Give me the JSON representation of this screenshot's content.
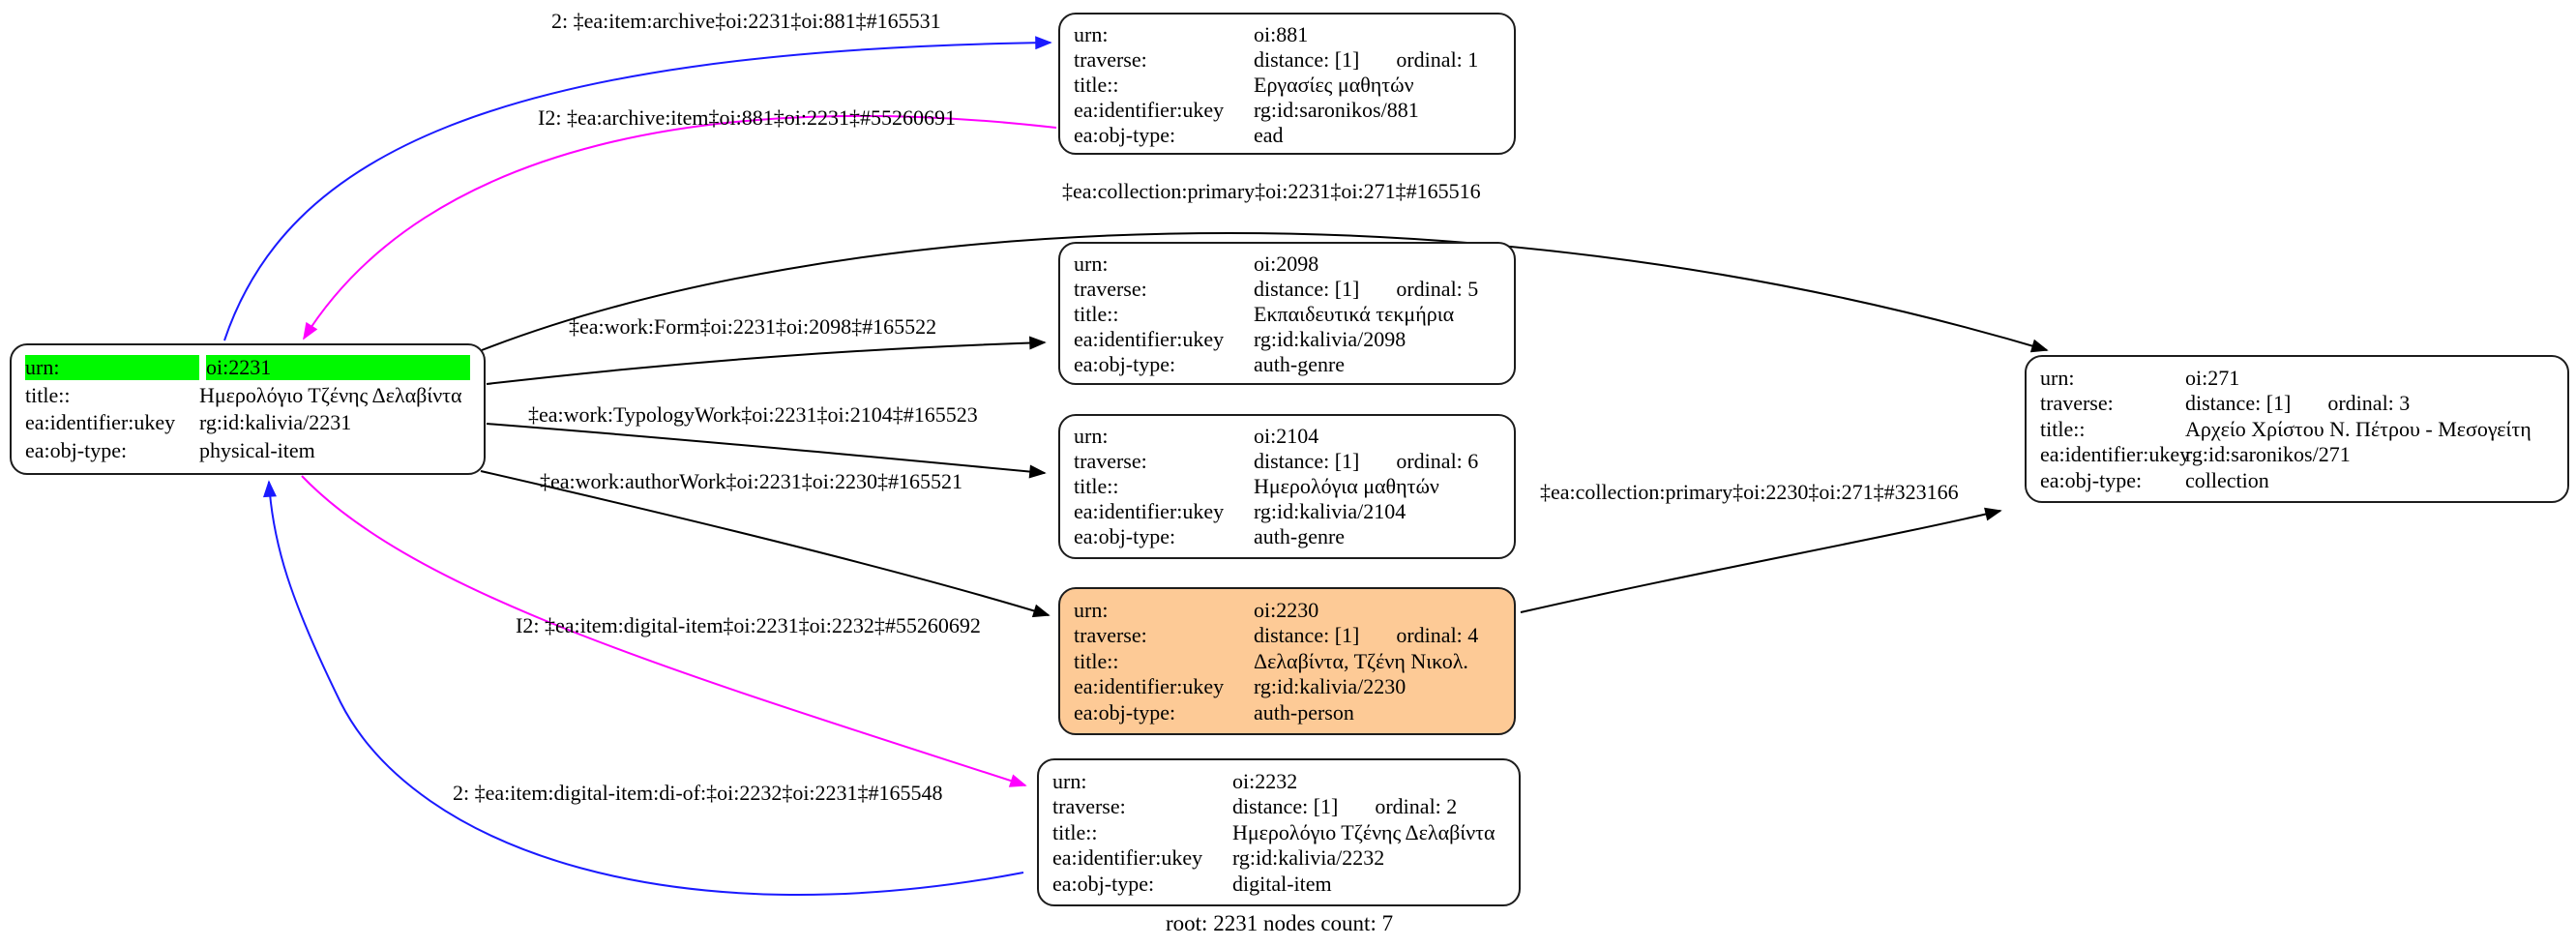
{
  "diagram": {
    "caption": "root: 2231 nodes count: 7",
    "colors": {
      "node_highlight_green": "#00f900",
      "node_highlight_orange": "#fdca96",
      "edge_blue": "#1a1aff",
      "edge_magenta": "#ff00ff",
      "edge_black": "#000000",
      "node_border": "#1c1c1c"
    },
    "nodes": {
      "n2231": {
        "urn_label": "urn:",
        "urn_value": "oi:2231",
        "title_label": "title::",
        "title_value": "Ημερολόγιο Τζένης Δελαβίντα",
        "ukey_label": "ea:identifier:ukey",
        "ukey_value": "rg:id:kalivia/2231",
        "objtype_label": "ea:obj-type:",
        "objtype_value": "physical-item"
      },
      "n881": {
        "urn_label": "urn:",
        "urn_value": "oi:881",
        "traverse_label": "traverse:",
        "traverse_distance": "distance: [1]",
        "traverse_ordinal": "ordinal: 1",
        "title_label": "title::",
        "title_value": "Εργασίες μαθητών",
        "ukey_label": "ea:identifier:ukey",
        "ukey_value": "rg:id:saronikos/881",
        "objtype_label": "ea:obj-type:",
        "objtype_value": "ead"
      },
      "n2098": {
        "urn_label": "urn:",
        "urn_value": "oi:2098",
        "traverse_label": "traverse:",
        "traverse_distance": "distance: [1]",
        "traverse_ordinal": "ordinal: 5",
        "title_label": "title::",
        "title_value": "Εκπαιδευτικά τεκμήρια",
        "ukey_label": "ea:identifier:ukey",
        "ukey_value": "rg:id:kalivia/2098",
        "objtype_label": "ea:obj-type:",
        "objtype_value": "auth-genre"
      },
      "n2104": {
        "urn_label": "urn:",
        "urn_value": "oi:2104",
        "traverse_label": "traverse:",
        "traverse_distance": "distance: [1]",
        "traverse_ordinal": "ordinal: 6",
        "title_label": "title::",
        "title_value": "Ημερολόγια μαθητών",
        "ukey_label": "ea:identifier:ukey",
        "ukey_value": "rg:id:kalivia/2104",
        "objtype_label": "ea:obj-type:",
        "objtype_value": "auth-genre"
      },
      "n2230": {
        "urn_label": "urn:",
        "urn_value": "oi:2230",
        "traverse_label": "traverse:",
        "traverse_distance": "distance: [1]",
        "traverse_ordinal": "ordinal: 4",
        "title_label": "title::",
        "title_value": "Δελαβίντα, Τζένη Νικολ.",
        "ukey_label": "ea:identifier:ukey",
        "ukey_value": "rg:id:kalivia/2230",
        "objtype_label": "ea:obj-type:",
        "objtype_value": "auth-person"
      },
      "n2232": {
        "urn_label": "urn:",
        "urn_value": "oi:2232",
        "traverse_label": "traverse:",
        "traverse_distance": "distance: [1]",
        "traverse_ordinal": "ordinal: 2",
        "title_label": "title::",
        "title_value": "Ημερολόγιο Τζένης Δελαβίντα",
        "ukey_label": "ea:identifier:ukey",
        "ukey_value": "rg:id:kalivia/2232",
        "objtype_label": "ea:obj-type:",
        "objtype_value": "digital-item"
      },
      "n271": {
        "urn_label": "urn:",
        "urn_value": "oi:271",
        "traverse_label": "traverse:",
        "traverse_distance": "distance: [1]",
        "traverse_ordinal": "ordinal: 3",
        "title_label": "title::",
        "title_value": "Αρχείο Χρίστου Ν. Πέτρου - Μεσογείτη",
        "ukey_label": "ea:identifier:ukey",
        "ukey_value": "rg:id:saronikos/271",
        "objtype_label": "ea:obj-type:",
        "objtype_value": "collection"
      }
    },
    "edge_labels": {
      "item_archive": "2: ‡ea:item:archive‡oi:2231‡oi:881‡#165531",
      "archive_item": "I2: ‡ea:archive:item‡oi:881‡oi:2231‡#55260691",
      "collection_primary_2231_271": "‡ea:collection:primary‡oi:2231‡oi:271‡#165516",
      "work_form": "‡ea:work:Form‡oi:2231‡oi:2098‡#165522",
      "work_typology": "‡ea:work:TypologyWork‡oi:2231‡oi:2104‡#165523",
      "work_author": "‡ea:work:authorWork‡oi:2231‡oi:2230‡#165521",
      "item_digital": "I2: ‡ea:item:digital-item‡oi:2231‡oi:2232‡#55260692",
      "digital_item_di_of": "2: ‡ea:item:digital-item:di-of:‡oi:2232‡oi:2231‡#165548",
      "collection_primary_2230_271": "‡ea:collection:primary‡oi:2230‡oi:271‡#323166"
    }
  }
}
